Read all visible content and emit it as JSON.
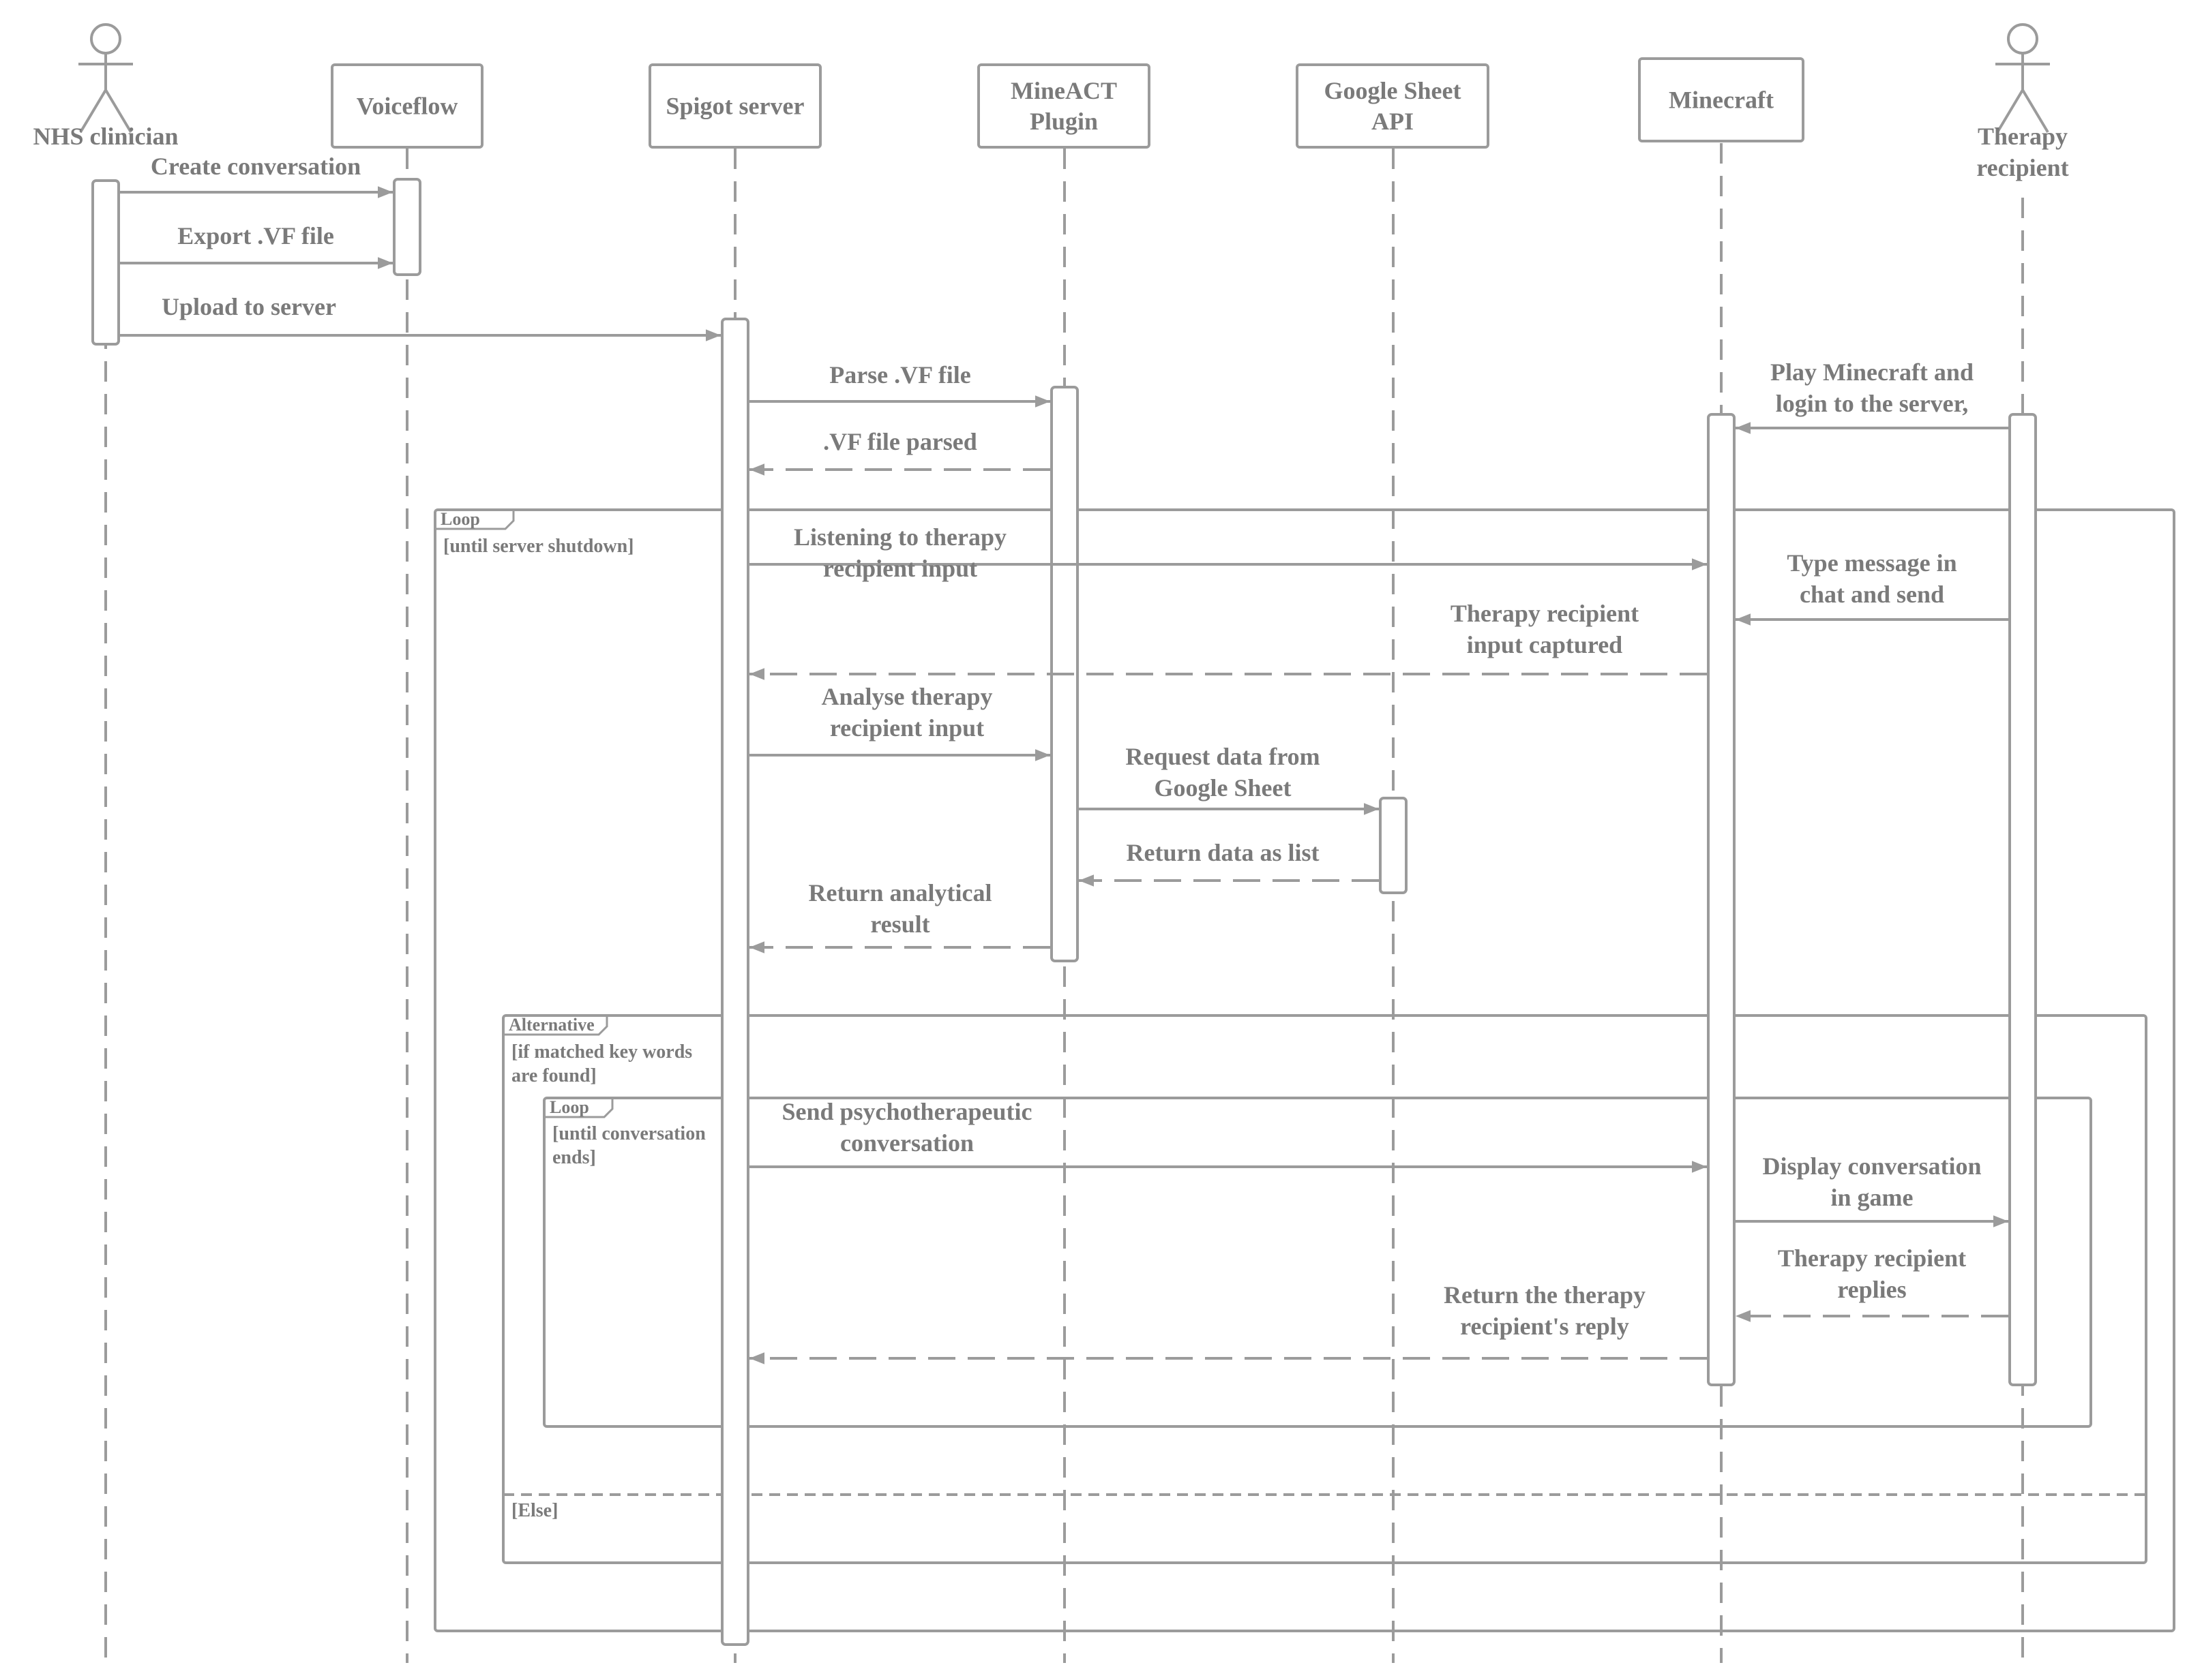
{
  "participants": [
    {
      "id": "nhs",
      "kind": "actor",
      "lines": [
        "NHS clinician"
      ]
    },
    {
      "id": "voiceflow",
      "kind": "box",
      "lines": [
        "Voiceflow"
      ]
    },
    {
      "id": "spigot",
      "kind": "box",
      "lines": [
        "Spigot server"
      ]
    },
    {
      "id": "mineact",
      "kind": "box",
      "lines": [
        "MineACT",
        "Plugin"
      ]
    },
    {
      "id": "gsheet",
      "kind": "box",
      "lines": [
        "Google Sheet",
        "API"
      ]
    },
    {
      "id": "minecraft",
      "kind": "box",
      "lines": [
        "Minecraft"
      ]
    },
    {
      "id": "recipient",
      "kind": "actor",
      "lines": [
        "Therapy",
        "recipient"
      ]
    }
  ],
  "messages": [
    {
      "from": "nhs",
      "to": "voiceflow",
      "style": "sync",
      "lines": [
        "Create conversation"
      ]
    },
    {
      "from": "nhs",
      "to": "voiceflow",
      "style": "sync",
      "lines": [
        "Export .VF file"
      ]
    },
    {
      "from": "nhs",
      "to": "spigot",
      "style": "sync",
      "lines": [
        "Upload to server"
      ]
    },
    {
      "from": "spigot",
      "to": "mineact",
      "style": "sync",
      "lines": [
        "Parse .VF file"
      ]
    },
    {
      "from": "mineact",
      "to": "spigot",
      "style": "return",
      "lines": [
        ".VF file parsed"
      ]
    },
    {
      "from": "recipient",
      "to": "minecraft",
      "style": "sync",
      "lines": [
        "Play Minecraft and",
        "login to the server,"
      ]
    },
    {
      "from": "spigot",
      "to": "minecraft",
      "style": "sync",
      "lines": [
        "Listening to therapy",
        "recipient input"
      ]
    },
    {
      "from": "recipient",
      "to": "minecraft",
      "style": "sync",
      "lines": [
        "Type message in",
        "chat and send"
      ]
    },
    {
      "from": "minecraft",
      "to": "spigot",
      "style": "return",
      "lines": [
        "Therapy recipient",
        "input captured"
      ]
    },
    {
      "from": "spigot",
      "to": "mineact",
      "style": "sync",
      "lines": [
        "Analyse therapy",
        "recipient input"
      ]
    },
    {
      "from": "mineact",
      "to": "gsheet",
      "style": "sync",
      "lines": [
        "Request data from",
        "Google Sheet"
      ]
    },
    {
      "from": "gsheet",
      "to": "mineact",
      "style": "return",
      "lines": [
        "Return data as list"
      ]
    },
    {
      "from": "mineact",
      "to": "spigot",
      "style": "return",
      "lines": [
        "Return analytical",
        "result"
      ]
    },
    {
      "from": "spigot",
      "to": "minecraft",
      "style": "sync",
      "lines": [
        "Send psychotherapeutic",
        "conversation"
      ]
    },
    {
      "from": "minecraft",
      "to": "recipient",
      "style": "sync",
      "lines": [
        "Display  conversation",
        "in game"
      ]
    },
    {
      "from": "recipient",
      "to": "minecraft",
      "style": "return",
      "lines": [
        "Therapy recipient",
        "replies"
      ]
    },
    {
      "from": "minecraft",
      "to": "spigot",
      "style": "return",
      "lines": [
        "Return the therapy",
        "recipient's reply"
      ]
    }
  ],
  "frames": [
    {
      "id": "outer-loop",
      "label": "Loop",
      "guard": [
        "[until server shutdown]"
      ]
    },
    {
      "id": "alternative",
      "label": "Alternative",
      "guard": [
        "[if matched key words",
        "are found]"
      ],
      "else_guard": "[Else]"
    },
    {
      "id": "inner-loop",
      "label": "Loop",
      "guard": [
        "[until conversation",
        "ends]"
      ]
    }
  ],
  "colors": {
    "line": "#9b9b9b",
    "text": "#7a7a7a"
  }
}
